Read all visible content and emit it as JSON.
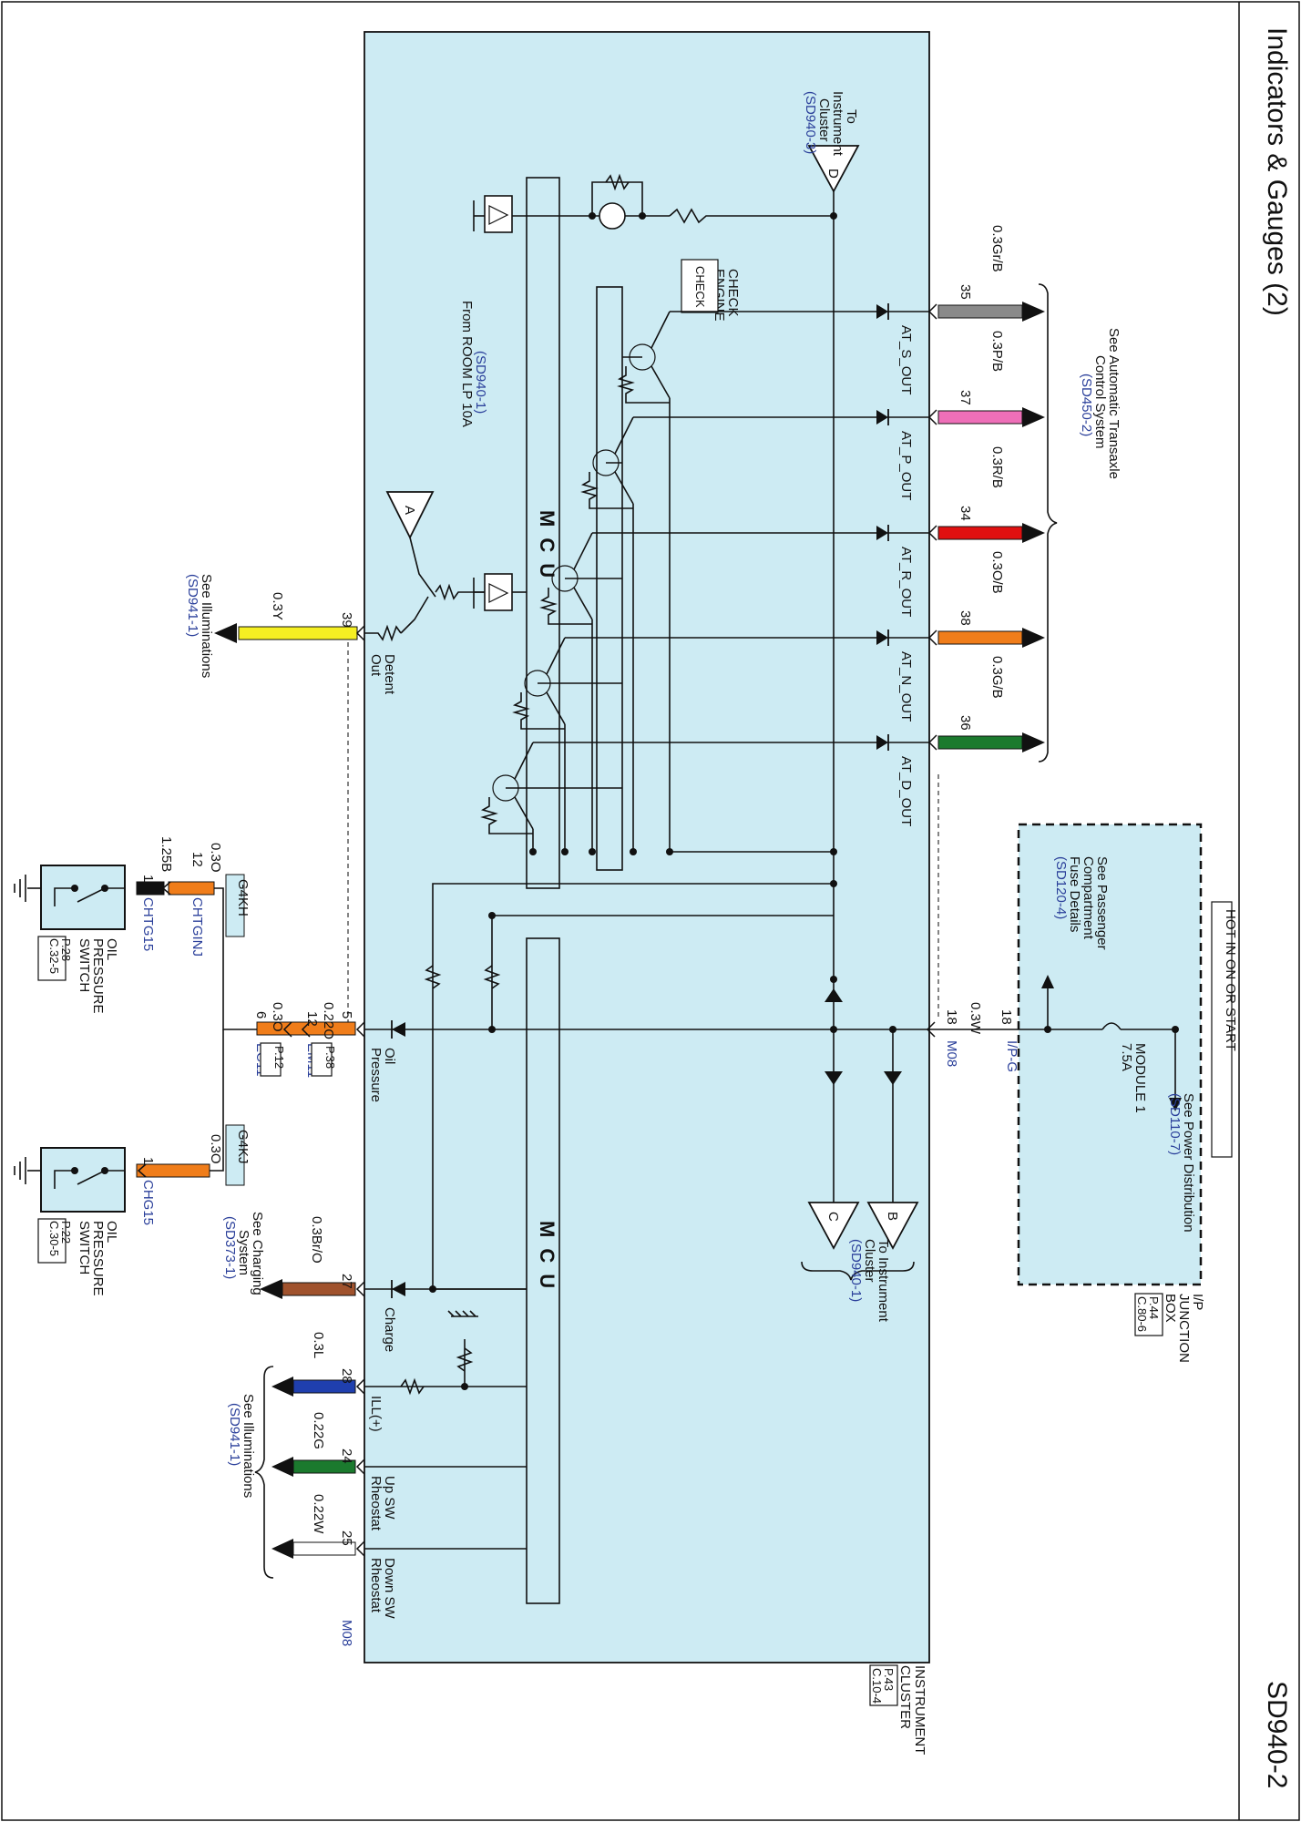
{
  "header": {
    "title": "Indicators & Gauges (2)",
    "page_code": "SD940-2"
  },
  "cluster": {
    "name_line1": "INSTRUMENT",
    "name_line2": "CLUSTER",
    "ref_page": "P.43",
    "ref_conn": "C.10-4",
    "mcu_label": "MCU",
    "connector_top": "M08",
    "connector_bottom": "M08"
  },
  "junction_box": {
    "hot_label": "HOT IN ON OR START",
    "name_line1": "I/P",
    "name_line2": "JUNCTION",
    "name_line3": "BOX",
    "ref_page": "P.44",
    "ref_conn": "C.80-6",
    "fuse_line1": "MODULE 1",
    "fuse_line2": "7.5A",
    "power_see_line1": "See Power Distribution",
    "power_see_line2": "(SD110-7)",
    "fuse_see_line1": "See Passenger",
    "fuse_see_line2": "Compartment",
    "fuse_see_line3": "Fuse Details",
    "fuse_see_line4": "(SD120-4)",
    "connector": "I/P-G",
    "pin_in": "18",
    "pin_out": "18",
    "wire": "0.3W"
  },
  "transaxle": {
    "see_line1": "See Automatic Transaxle",
    "see_line2": "Control System",
    "see_line3": "(SD450-2)",
    "outputs": [
      {
        "pin": "35",
        "wire": "0.3Gr/B",
        "signal": "AT_S_OUT",
        "color": "#8a8a8a"
      },
      {
        "pin": "37",
        "wire": "0.3P/B",
        "signal": "AT_P_OUT",
        "color": "#ee6fb8"
      },
      {
        "pin": "34",
        "wire": "0.3R/B",
        "signal": "AT_R_OUT",
        "color": "#e01010"
      },
      {
        "pin": "38",
        "wire": "0.3O/B",
        "signal": "AT_N_OUT",
        "color": "#f07d1a"
      },
      {
        "pin": "36",
        "wire": "0.3G/B",
        "signal": "AT_D_OUT",
        "color": "#1b7a2e"
      }
    ]
  },
  "top_refs": {
    "to_cluster_d_line1": "To",
    "to_cluster_d_line2": "Instrument",
    "to_cluster_d_line3": "Cluster",
    "to_cluster_d_line4": "(SD940-3)",
    "check_engine_line1": "CHECK",
    "check_engine_line2": "ENGINE",
    "check_text": "CHECK",
    "room_lp_line1": "From ROOM LP 10A",
    "room_lp_line2": "(SD940-1)",
    "to_cluster_bc_line1": "To Instrument",
    "to_cluster_bc_line2": "Cluster",
    "to_cluster_bc_line3": "(SD940-1)",
    "tri_a": "A",
    "tri_b": "B",
    "tri_c": "C",
    "tri_d": "D"
  },
  "detent": {
    "pin": "39",
    "wire": "0.3Y",
    "color": "#f5ef22",
    "label_line1": "Detent",
    "label_line2": "Out",
    "see_line1": "See Illuminations",
    "see_line2": "(SD941-1)"
  },
  "oil": {
    "pin": "5",
    "label_line1": "Oil",
    "label_line2": "Pressure",
    "wire_a": "0.22O",
    "pin_a": "12",
    "conn_a": "EM11",
    "ref_a": "P.38",
    "wire_b": "0.3O",
    "pin_b": "6",
    "conn_b": "EC11",
    "ref_b": "P.12",
    "splice_upper": "G4KH",
    "splice_lower": "G4KJ",
    "switch_upper": {
      "wire_a": "0.3O",
      "pin_a": "12",
      "wire_b": "1.25B",
      "pin_b": "1",
      "conn_a": "CHTGINJ",
      "conn_b": "CHTG15",
      "name_line1": "OIL",
      "name_line2": "PRESSURE",
      "name_line3": "SWITCH",
      "ref_page": "P.28",
      "ref_conn": "C.32-5"
    },
    "switch_lower": {
      "wire": "0.3O",
      "pin": "1",
      "conn": "CHG15",
      "name_line1": "OIL",
      "name_line2": "PRESSURE",
      "name_line3": "SWITCH",
      "ref_page": "P.22",
      "ref_conn": "C.30-5"
    }
  },
  "charge": {
    "pin": "27",
    "wire": "0.3Br/O",
    "color": "#a0522d",
    "label": "Charge",
    "see_line1": "See Charging",
    "see_line2": "System",
    "see_line3": "(SD373-1)"
  },
  "illum": {
    "see_line1": "See Illuminations",
    "see_line2": "(SD941-1)",
    "wires": [
      {
        "pin": "28",
        "wire": "0.3L",
        "label_line1": "ILL(+)",
        "label_line2": "",
        "color": "#1f3fae"
      },
      {
        "pin": "24",
        "wire": "0.22G",
        "label_line1": "Rheostat",
        "label_line2": "Up SW",
        "color": "#1b7a2e"
      },
      {
        "pin": "25",
        "wire": "0.22W",
        "label_line1": "Rheostat",
        "label_line2": "Down SW",
        "color": "#ffffff"
      }
    ]
  },
  "colors": {
    "cluster_fill": "#cdebf3",
    "orange_wire": "#f07d1a",
    "black_wire": "#111111",
    "line": "#111111"
  }
}
